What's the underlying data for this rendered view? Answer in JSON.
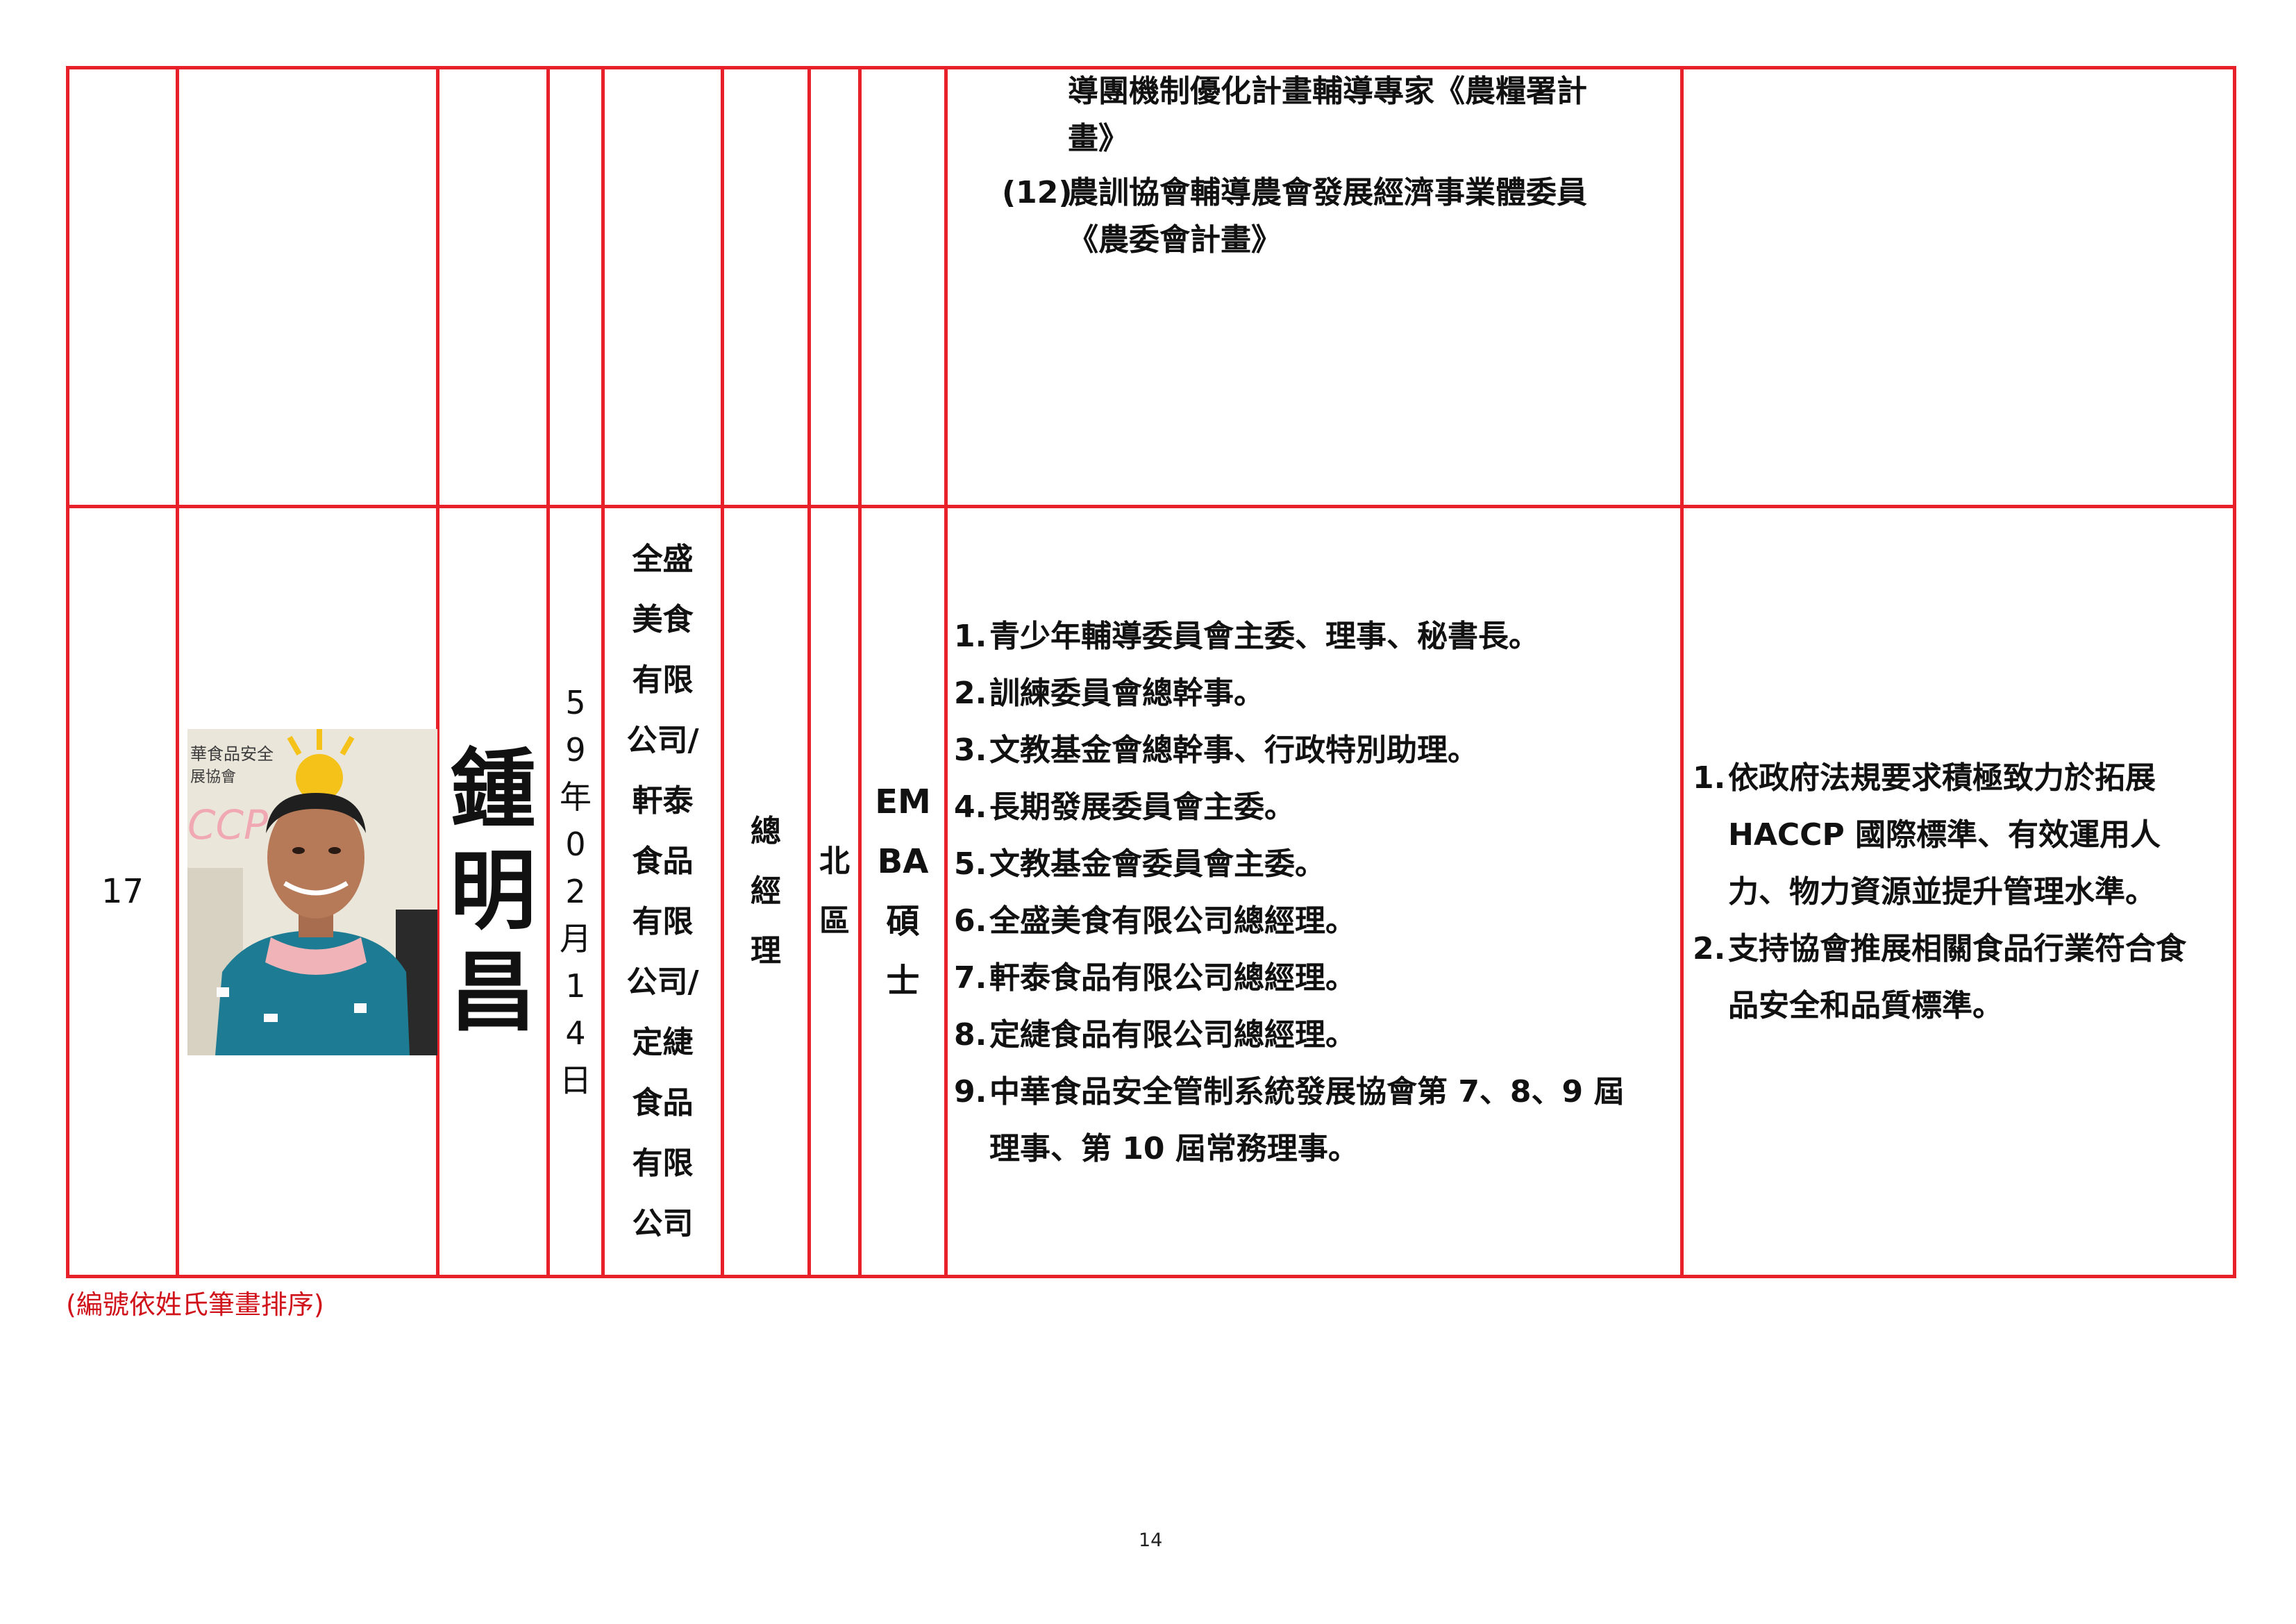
{
  "top_row": {
    "continuation_lines": [
      "導團機制優化計畫輔導專家《農糧署計",
      "畫》"
    ],
    "item_12": {
      "num": "(12)",
      "lines": [
        "農訓協會輔導農會發展經濟事業體委員",
        "《農委會計畫》"
      ]
    }
  },
  "member": {
    "number": "17",
    "name": [
      "鍾",
      "明",
      "昌"
    ],
    "birth_date": [
      "5",
      "9",
      "年",
      "0",
      "2",
      "月",
      "1",
      "4",
      "日"
    ],
    "company": [
      "全盛",
      "美食",
      "有限",
      "公司/",
      "軒泰",
      "食品",
      "有限",
      "公司/",
      "定緁",
      "食品",
      "有限",
      "公司"
    ],
    "title": [
      "總",
      "經",
      "理"
    ],
    "region": [
      "北",
      "區"
    ],
    "education": [
      "EM",
      "BA",
      "碩",
      "士"
    ],
    "experience": [
      {
        "n": "1.",
        "lines": [
          "青少年輔導委員會主委、理事、秘書長。"
        ]
      },
      {
        "n": "2.",
        "lines": [
          "訓練委員會總幹事。"
        ]
      },
      {
        "n": "3.",
        "lines": [
          "文教基金會總幹事、行政特別助理。"
        ]
      },
      {
        "n": "4.",
        "lines": [
          "長期發展委員會主委。"
        ]
      },
      {
        "n": "5.",
        "lines": [
          "文教基金會委員會主委。"
        ]
      },
      {
        "n": "6.",
        "lines": [
          "全盛美食有限公司總經理。"
        ]
      },
      {
        "n": "7.",
        "lines": [
          "軒泰食品有限公司總經理。"
        ]
      },
      {
        "n": "8.",
        "lines": [
          "定緁食品有限公司總經理。"
        ]
      },
      {
        "n": "9.",
        "lines": [
          "中華食品安全管制系統發展協會第 7、8、9 屆",
          "理事、第 10 屆常務理事。"
        ]
      }
    ],
    "vision": [
      {
        "n": "1.",
        "lines": [
          "依政府法規要求積極致力於拓展",
          "HACCP 國際標準、有效運用人",
          "力、物力資源並提升管理水準。"
        ]
      },
      {
        "n": "2.",
        "lines": [
          "支持協會推展相關食品行業符合食",
          "品安全和品質標準。"
        ]
      }
    ],
    "photo_background_text": [
      "華食品安全",
      "展協會",
      "CCP"
    ]
  },
  "footnote": "(編號依姓氏筆畫排序)",
  "page_number": "14",
  "colors": {
    "border": "#e8202a",
    "footnote": "#d0121b"
  }
}
